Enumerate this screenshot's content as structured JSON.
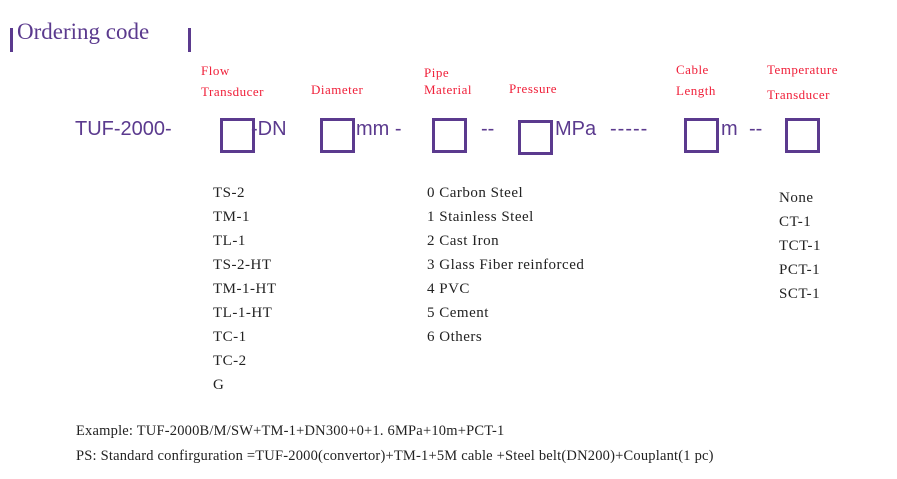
{
  "title": "Ordering code",
  "labels": {
    "flow_1": "Flow",
    "flow_2": "Transducer",
    "diameter": "Diameter",
    "pipe_1": "Pipe",
    "pipe_2": "Material",
    "pressure": "Pressure",
    "cable_1": "Cable",
    "cable_2": "Length",
    "temp_1": "Temperature",
    "temp_2": "Transducer"
  },
  "code": {
    "prefix": "TUF-2000-",
    "dn": "-DN",
    "mm": "mm -",
    "sep1": "--",
    "mpa": "MPa",
    "sep2": "-----",
    "m": "m",
    "sep3": "--"
  },
  "transducers": [
    "TS-2",
    "TM-1",
    "TL-1",
    "TS-2-HT",
    "TM-1-HT",
    "TL-1-HT",
    "TC-1",
    "TC-2",
    "G"
  ],
  "materials": [
    "0 Carbon Steel",
    "1 Stainless Steel",
    "2 Cast Iron",
    "3 Glass Fiber reinforced",
    "4 PVC",
    "5 Cement",
    "6 Others"
  ],
  "temp_transducers": [
    "None",
    "CT-1",
    "TCT-1",
    "PCT-1",
    "SCT-1"
  ],
  "example": "Example: TUF-2000B/M/SW+TM-1+DN300+0+1. 6MPa+10m+PCT-1",
  "ps": "PS: Standard confirguration =TUF-2000(convertor)+TM-1+5M cable +Steel belt(DN200)+Couplant(1 pc)"
}
